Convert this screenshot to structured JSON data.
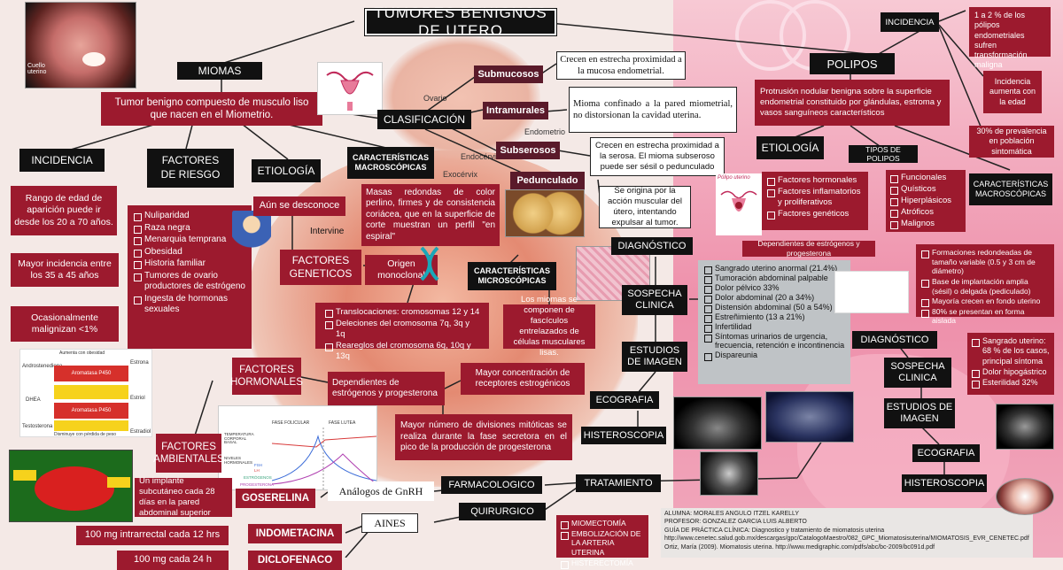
{
  "title": "TUMORES BENIGNOS DE UTERO",
  "miomas": {
    "header": "MIOMAS",
    "definition": "Tumor benigno compuesto de musculo liso que nacen en el Miometrio.",
    "incidencia": {
      "header": "INCIDENCIA",
      "items": [
        "Rango de edad de aparición puede ir desde los 20 a 70 años.",
        "Mayor incidencia entre los 35 a 45 años",
        "Ocasionalmente malignizan <1%"
      ]
    },
    "factores_riesgo": {
      "header": "FACTORES DE RIESGO",
      "items": [
        "Nuliparidad",
        "Raza negra",
        "Menarquia temprana",
        "Obesidad",
        "Historia familiar",
        "Tumores de ovario productores de estrógeno",
        "Ingesta de hormonas sexuales"
      ]
    },
    "etiologia": {
      "header": "ETIOLOGÍA",
      "text": "Aún se desconoce",
      "intervine": "Intervine"
    },
    "factores_geneticos": {
      "header": "FACTORES GENETICOS",
      "origen": "Origen monoclonal",
      "items": [
        "Translocaciones: cromosomas 12 y 14",
        "Deleciones del cromosoma 7q, 3q y 1q",
        "Reareglos del cromosoma 6q, 10q y 13q"
      ]
    },
    "factores_hormonales": {
      "header": "FACTORES HORMONALES",
      "dependientes": "Dependientes de estrógenos y progesterona",
      "receptores": "Mayor concentración de receptores estrogénicos",
      "mitosis": "Mayor número de divisiones mitóticas se realiza durante la fase secretora en el pico de la producción de progesterona"
    },
    "factores_ambientales": {
      "header": "FACTORES AMBIENTALES"
    },
    "caracteristicas_macro": {
      "header": "CARACTERÍSTICAS MACROSCÓPICAS",
      "text": "Masas redondas de color perlino, firmes y de consistencia coriácea, que en la superficie de corte muestran un perfil \"en espiral\""
    },
    "caracteristicas_micro": {
      "header": "CARACTERÍSTICAS MICROSCÓPICAS",
      "text": "Los miomas se componen de fascículos entrelazados de células musculares lisas."
    },
    "clasificacion": {
      "header": "CLASIFICACIÓN",
      "types": [
        {
          "name": "Submucosos",
          "desc": "Crecen en estrecha proximidad a la mucosa endometrial."
        },
        {
          "name": "Intramurales",
          "desc": "Mioma confinado a la pared miometrial, no distorsionan la cavidad uterina."
        },
        {
          "name": "Subserosos",
          "desc": "Crecen en estrecha proximidad a la serosa. El mioma subseroso puede ser sésil o pedunculado"
        },
        {
          "name": "Pedunculado",
          "desc": "Se origina por la acción muscular del útero, intentando expulsar al tumor."
        }
      ]
    },
    "diagnostico": {
      "header": "DIAGNÓSTICO",
      "sospecha": "SOSPECHA CLINICA",
      "estudios": "ESTUDIOS DE IMAGEN",
      "ecografia": "ECOGRAFIA",
      "histeroscopia": "HISTEROSCOPIA",
      "sintomas": [
        "Sangrado uterino anormal (21.4%)",
        "Tumoración abdominal palpable",
        "Dolor pélvico 33%",
        "Dolor abdominal (20 a 34%)",
        "Distensión abdominal (50 a 54%)",
        "Estreñimiento (13 a 21%)",
        "Infertilidad",
        "Síntomas urinarios de urgencia, frecuencia, retención e incontinencia",
        "Dispareunia"
      ]
    },
    "tratamiento": {
      "header": "TRATAMIENTO",
      "farmacologico": "FARMACOLOGICO",
      "quirurgico": "QUIRURGICO",
      "analogos": "Análogos de GnRH",
      "aines": "AINES",
      "goserelina": "GOSERELINA",
      "goserelina_desc": "Un implante subcutáneo cada 28 días en la pared abdominal superior",
      "indometacina": "INDOMETACINA",
      "indometacina_desc": "100 mg intrarrectal cada 12 hrs",
      "diclofenaco": "DICLOFENACO",
      "diclofenaco_desc": "100 mg cada 24 h",
      "cirugias": [
        "MIOMECTOMÍA",
        "EMBOLIZACIÓN DE LA ARTERIA UTERINA",
        "HISTERECTOMÍA"
      ]
    }
  },
  "polipos": {
    "header": "POLIPOS",
    "definition": "Protrusión nodular benigna sobre la superficie endometrial constituido por glándulas, estroma y vasos sanguíneos característicos",
    "incidencia": {
      "header": "INCIDENCIA",
      "items": [
        "1 a 2 % de los pólipos endometriales sufren transformación maligna",
        "Incidencia aumenta con la edad",
        "30% de prevalencia en población sintomática"
      ]
    },
    "etiologia": {
      "header": "ETIOLOGÍA",
      "items": [
        "Factores hormonales",
        "Factores inflamatorios y proliferativos",
        "Factores genéticos"
      ],
      "dependientes": "Dependientes de estrógenos y progesterona"
    },
    "tipos": {
      "header": "TIPOS DE POLIPOS",
      "items": [
        "Funcionales",
        "Quísticos",
        "Hiperplásicos",
        "Atróficos",
        "Malignos"
      ]
    },
    "caracteristicas": {
      "header": "CARACTERÍSTICAS MACROSCÓPICAS",
      "items": [
        "Formaciones redondeadas de tamaño variable (0.5 y 3 cm de diámetro)",
        "Base de implantación amplia (sésil) o delgada (pediculado)",
        "Mayoría crecen en fondo uterino",
        "80% se presentan en forma aislada"
      ]
    },
    "diagnostico": {
      "header": "DIAGNÓSTICO",
      "sospecha": "SOSPECHA CLINICA",
      "items": [
        "Sangrado uterino: 68 % de los casos, principal síntoma",
        "Dolor hipogástrico",
        "Esterilidad 32%"
      ],
      "estudios": "ESTUDIOS DE IMAGEN",
      "ecografia": "ECOGRAFIA",
      "histeroscopia": "HISTEROSCOPIA"
    }
  },
  "images": {
    "uterus_label": "Cuello uterino",
    "polyp_label": "Pólipo uterino",
    "diagram_labels": [
      "Ovario",
      "Endometrio",
      "Endocérvix",
      "Exocérvix"
    ],
    "hormone_chart": {
      "fase_folicular": "FASE FOLICULAR",
      "fase_lutea": "FASE LUTEA",
      "labels": [
        "TEMPERATURA CORPORAL BASAL",
        "NIVELES HORMONALES",
        "FSH",
        "LH",
        "ESTRÓGENOS",
        "PROGESTERONA"
      ]
    },
    "aromatase": {
      "labels": [
        "Androstenediona",
        "Estrona",
        "DHEA",
        "Estriol",
        "Testosterona",
        "Estradiol",
        "Aromatasa P450",
        "Aromatasa P450",
        "Aumenta con obesidad",
        "Disminuye con pérdida de peso"
      ]
    }
  },
  "references": {
    "lines": [
      "ALUMNA: MORALES ANGULO ITZEL KARELLY",
      "PROFESOR: GONZALEZ GARCIA LUIS ALBERTO",
      "GUÍA DE PRÁCTICA CLÍNICA: Diagnostico y tratamiento de miomatosis uterina",
      "http://www.cenetec.salud.gob.mx/descargas/gpc/CatalogoMaestro/082_GPC_Miomatosisuterina/MIOMATOSIS_EVR_CENETEC.pdf",
      "Ortiz, María (2009). Miomatosis uterina. http://www.medigraphic.com/pdfs/abc/bc-2009/bc091d.pdf"
    ]
  },
  "colors": {
    "crimson": "#9c1a2e",
    "pink": "#e8346a",
    "black": "#111111",
    "grey": "#bfc3c6"
  }
}
